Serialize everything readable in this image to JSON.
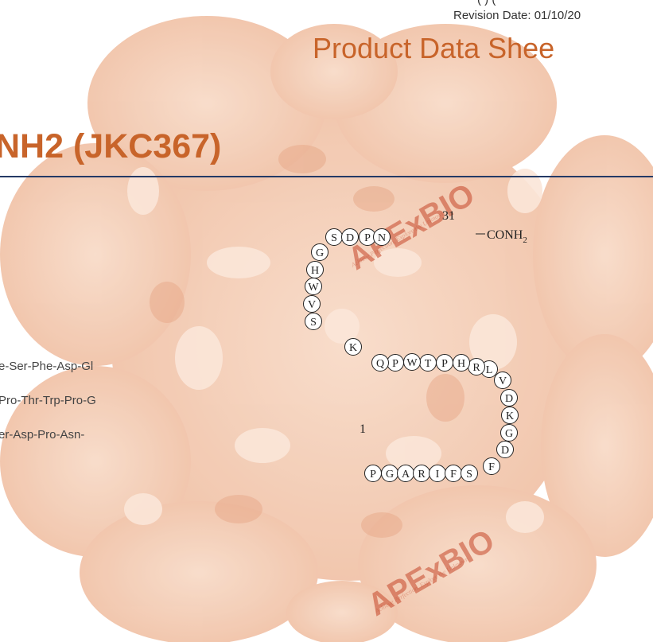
{
  "header": {
    "revision_partial": "(        )        (",
    "revision_date": "Revision Date: 01/10/20",
    "sheet_title": "Product Data Shee"
  },
  "product": {
    "name": "NH2 (JKC367)"
  },
  "sequence_lines": [
    "e-Ser-Phe-Asp-Gl",
    "Pro-Thr-Trp-Pro-G",
    "er-Asp-Pro-Asn-"
  ],
  "watermark": {
    "brand": "APExBIO",
    "tagline": "Achieve Perfection, Explore the Unknown",
    "color": "#c44628"
  },
  "structure": {
    "start_label": "1",
    "end_label": "31",
    "c_term": "CONH",
    "c_term_sub": "2",
    "residues": [
      "P",
      "G",
      "A",
      "R",
      "I",
      "F",
      "S",
      "F",
      "D",
      "G",
      "K",
      "D",
      "V",
      "L",
      "R",
      "H",
      "P",
      "T",
      "W",
      "P",
      "Q",
      "K",
      "S",
      "V",
      "W",
      "H",
      "G",
      "S",
      "D",
      "P",
      "N"
    ]
  },
  "colors": {
    "title": "#c8642a",
    "divider": "#243a66",
    "background_motif": "#f4c9ad"
  }
}
